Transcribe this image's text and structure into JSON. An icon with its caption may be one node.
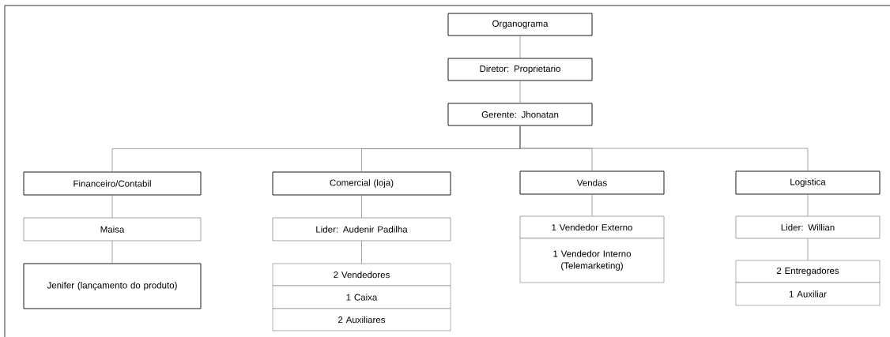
{
  "diagram": {
    "nodes": [
      {
        "text": [
          "Organograma"
        ]
      },
      {
        "text": [
          "Diretor: Proprietario"
        ]
      },
      {
        "text": [
          "Gerente: Jhonatan"
        ]
      },
      {
        "text": [
          "Financeiro/Contabil"
        ]
      },
      {
        "text": [
          "Comercial (loja)"
        ]
      },
      {
        "text": [
          "Vendas"
        ]
      },
      {
        "text": [
          "Logistica"
        ]
      },
      {
        "text": [
          "Maisa"
        ]
      },
      {
        "text": [
          "Lider: Audenir Padilha"
        ]
      },
      {
        "text": [
          "1 Vendedor Externo"
        ]
      },
      {
        "text": [
          "Lider: Willian"
        ]
      },
      {
        "text": [
          "Jenifer (lançamento do produto)"
        ]
      },
      {
        "text": [
          "2 Vendedores"
        ]
      },
      {
        "text": [
          "1 Caixa"
        ]
      },
      {
        "text": [
          "2 Auxiliares"
        ]
      },
      {
        "text": [
          "1 Vendedor Interno (Telemarketing)"
        ]
      },
      {
        "text": [
          "2 Entregadores"
        ]
      },
      {
        "text": [
          "1 Auxiliar"
        ]
      }
    ],
    "edges": [
      {
        "from": 0,
        "to": 1,
        "arrow": "none"
      },
      {
        "from": 1,
        "to": 2,
        "arrow": "none"
      },
      {
        "from": 2,
        "to": 3,
        "arrow": "none"
      },
      {
        "from": 2,
        "to": 4,
        "arrow": "none"
      },
      {
        "from": 2,
        "to": 5,
        "arrow": "none"
      },
      {
        "from": 2,
        "to": 6,
        "arrow": "none"
      },
      {
        "from": 3,
        "to": 7,
        "arrow": "none"
      },
      {
        "from": 7,
        "to": 11,
        "arrow": "none"
      },
      {
        "from": 4,
        "to": 8,
        "arrow": "none"
      },
      {
        "from": 8,
        "to": 12,
        "arrow": "none"
      },
      {
        "from": 5,
        "to": 9,
        "arrow": "none"
      },
      {
        "from": 6,
        "to": 10,
        "arrow": "none"
      },
      {
        "from": 10,
        "to": 16,
        "arrow": "none"
      }
    ]
  }
}
